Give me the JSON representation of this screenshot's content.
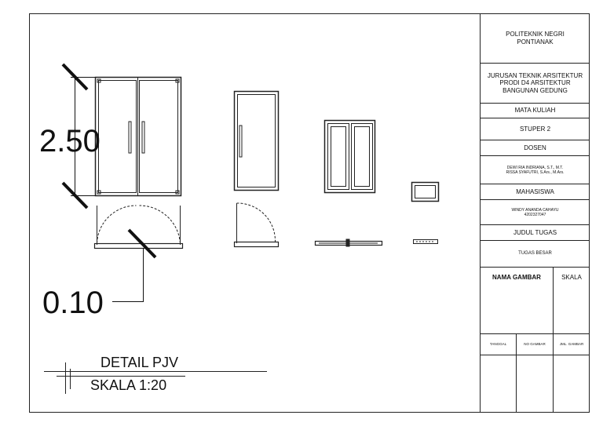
{
  "drawing": {
    "dim_height": "2.50",
    "dim_thickness": "0.10",
    "title": "DETAIL PJV",
    "scale": "SKALA 1:20"
  },
  "title_block": {
    "institution": "POLITEKNIK NEGRI PONTIANAK",
    "department": "JURUSAN TEKNIK ARSITEKTUR PRODI D4 ARSITEKTUR BANGUNAN GEDUNG",
    "course_label": "MATA KULIAH",
    "course": "STUPER 2",
    "lecturer_label": "DOSEN",
    "lecturer_1": "DEWI RIA INDRIANA, S.T., M.T.",
    "lecturer_2": "RISSA SYAFUTRI, S.Ars., M.Ars.",
    "student_label": "MAHASISWA",
    "student_name": "WINDY ANANDA CAHAYU",
    "student_id": "4202327047",
    "assignment_label": "JUDUL TUGAS",
    "assignment": "TUGAS BESAR",
    "drawing_name_label": "NAMA GAMBAR",
    "scale_label": "SKALA",
    "date_label": "TANGGAL",
    "drawing_no_label": "NO GAMBAR",
    "sheet_count_label": "JML. GAMBAR"
  }
}
